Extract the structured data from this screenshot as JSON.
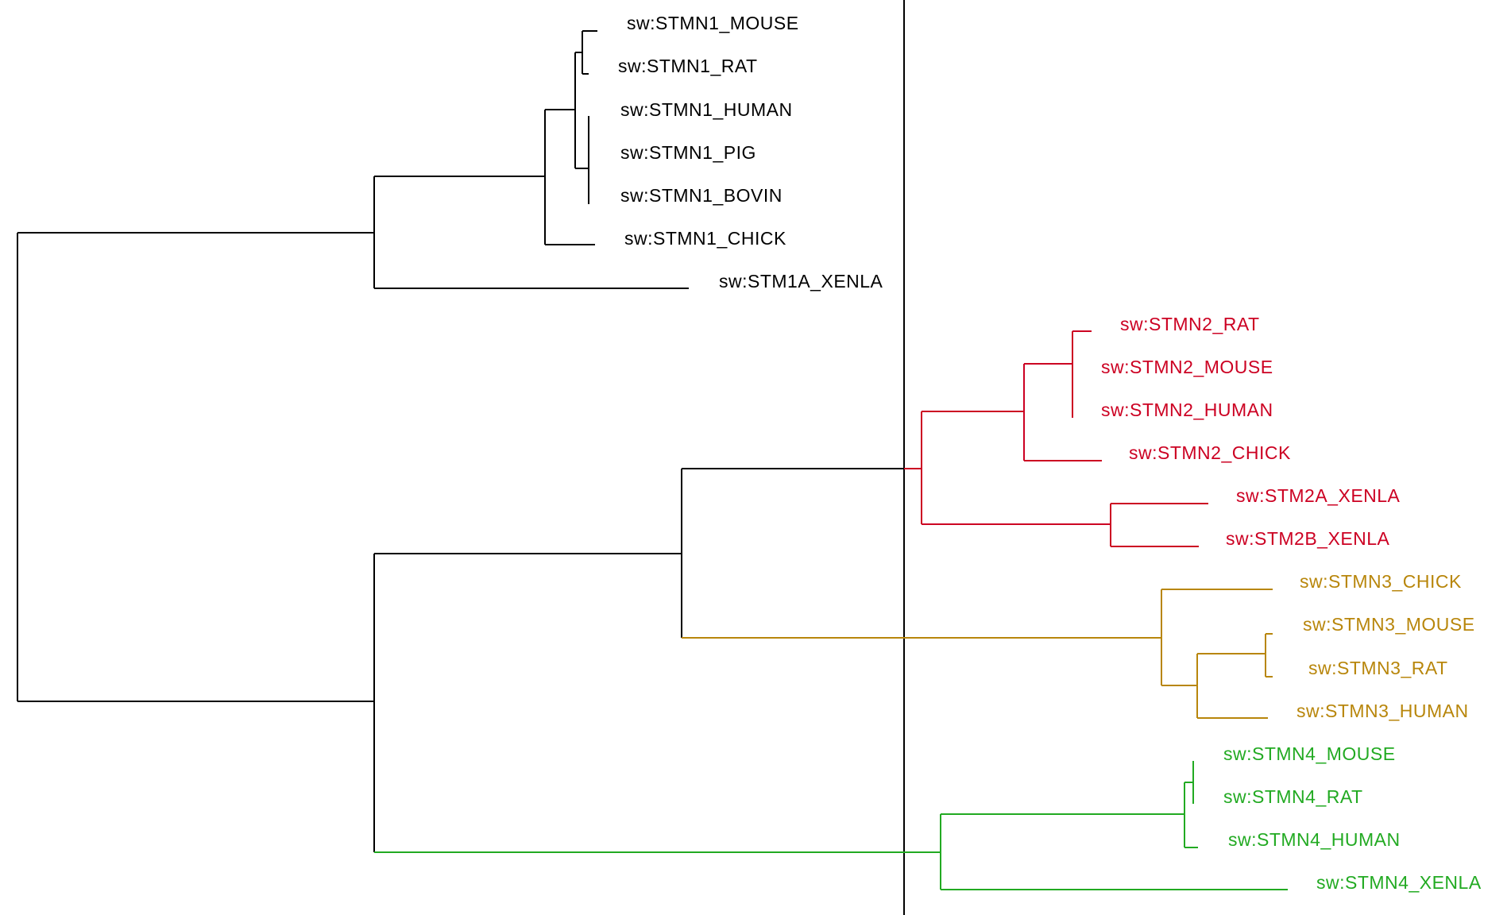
{
  "colors": {
    "stmn1": "#000000",
    "stmn2": "#cc0022",
    "stmn3": "#b8860b",
    "stmn4": "#22aa22",
    "cut_line": "#000000"
  },
  "leaves": {
    "stmn1_mouse": "sw:STMN1_MOUSE",
    "stmn1_rat": "sw:STMN1_RAT",
    "stmn1_human": "sw:STMN1_HUMAN",
    "stmn1_pig": "sw:STMN1_PIG",
    "stmn1_bovin": "sw:STMN1_BOVIN",
    "stmn1_chick": "sw:STMN1_CHICK",
    "stm1a_xenla": "sw:STM1A_XENLA",
    "stmn2_rat": "sw:STMN2_RAT",
    "stmn2_mouse": "sw:STMN2_MOUSE",
    "stmn2_human": "sw:STMN2_HUMAN",
    "stmn2_chick": "sw:STMN2_CHICK",
    "stm2a_xenla": "sw:STM2A_XENLA",
    "stm2b_xenla": "sw:STM2B_XENLA",
    "stmn3_chick": "sw:STMN3_CHICK",
    "stmn3_mouse": "sw:STMN3_MOUSE",
    "stmn3_rat": "sw:STMN3_RAT",
    "stmn3_human": "sw:STMN3_HUMAN",
    "stmn4_mouse": "sw:STMN4_MOUSE",
    "stmn4_rat": "sw:STMN4_RAT",
    "stmn4_human": "sw:STMN4_HUMAN",
    "stmn4_xenla": "sw:STMN4_XENLA"
  }
}
